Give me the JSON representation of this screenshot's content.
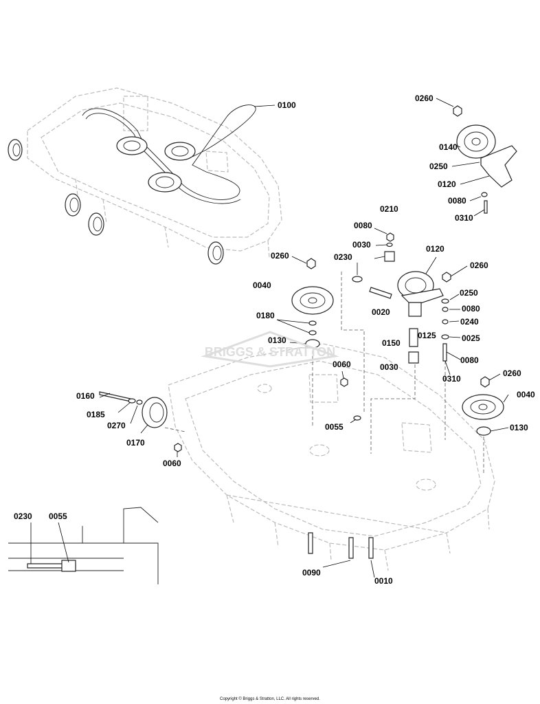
{
  "callouts": [
    {
      "id": "p0100a",
      "label": "0100"
    },
    {
      "id": "p0260a",
      "label": "0260"
    },
    {
      "id": "p0140",
      "label": "0140"
    },
    {
      "id": "p0250a",
      "label": "0250"
    },
    {
      "id": "p0120a",
      "label": "0120"
    },
    {
      "id": "p0080a",
      "label": "0080"
    },
    {
      "id": "p0310a",
      "label": "0310"
    },
    {
      "id": "p0210",
      "label": "0210"
    },
    {
      "id": "p0080b",
      "label": "0080"
    },
    {
      "id": "p0030a",
      "label": "0030"
    },
    {
      "id": "p0120b",
      "label": "0120"
    },
    {
      "id": "p0230a",
      "label": "0230"
    },
    {
      "id": "p0260b",
      "label": "0260"
    },
    {
      "id": "p0260c",
      "label": "0260"
    },
    {
      "id": "p0040a",
      "label": "0040"
    },
    {
      "id": "p0250b",
      "label": "0250"
    },
    {
      "id": "p0080c",
      "label": "0080"
    },
    {
      "id": "p0020",
      "label": "0020"
    },
    {
      "id": "p0240",
      "label": "0240"
    },
    {
      "id": "p0180",
      "label": "0180"
    },
    {
      "id": "p0125",
      "label": "0125"
    },
    {
      "id": "p0025",
      "label": "0025"
    },
    {
      "id": "p0150",
      "label": "0150"
    },
    {
      "id": "p0130a",
      "label": "0130"
    },
    {
      "id": "p0080d",
      "label": "0080"
    },
    {
      "id": "p0060a",
      "label": "0060"
    },
    {
      "id": "p0030b",
      "label": "0030"
    },
    {
      "id": "p0310b",
      "label": "0310"
    },
    {
      "id": "p0260d",
      "label": "0260"
    },
    {
      "id": "p0160",
      "label": "0160"
    },
    {
      "id": "p0040b",
      "label": "0040"
    },
    {
      "id": "p0185",
      "label": "0185"
    },
    {
      "id": "p0270",
      "label": "0270"
    },
    {
      "id": "p0055a",
      "label": "0055"
    },
    {
      "id": "p0130b",
      "label": "0130"
    },
    {
      "id": "p0170",
      "label": "0170"
    },
    {
      "id": "p0060b",
      "label": "0060"
    },
    {
      "id": "p0230b",
      "label": "0230"
    },
    {
      "id": "p0055b",
      "label": "0055"
    },
    {
      "id": "p0090",
      "label": "0090"
    },
    {
      "id": "p0010",
      "label": "0010"
    }
  ],
  "watermark": "BRIGGS & STRATTON",
  "copyright": "Copyright © Briggs & Stratton, LLC. All rights reserved."
}
